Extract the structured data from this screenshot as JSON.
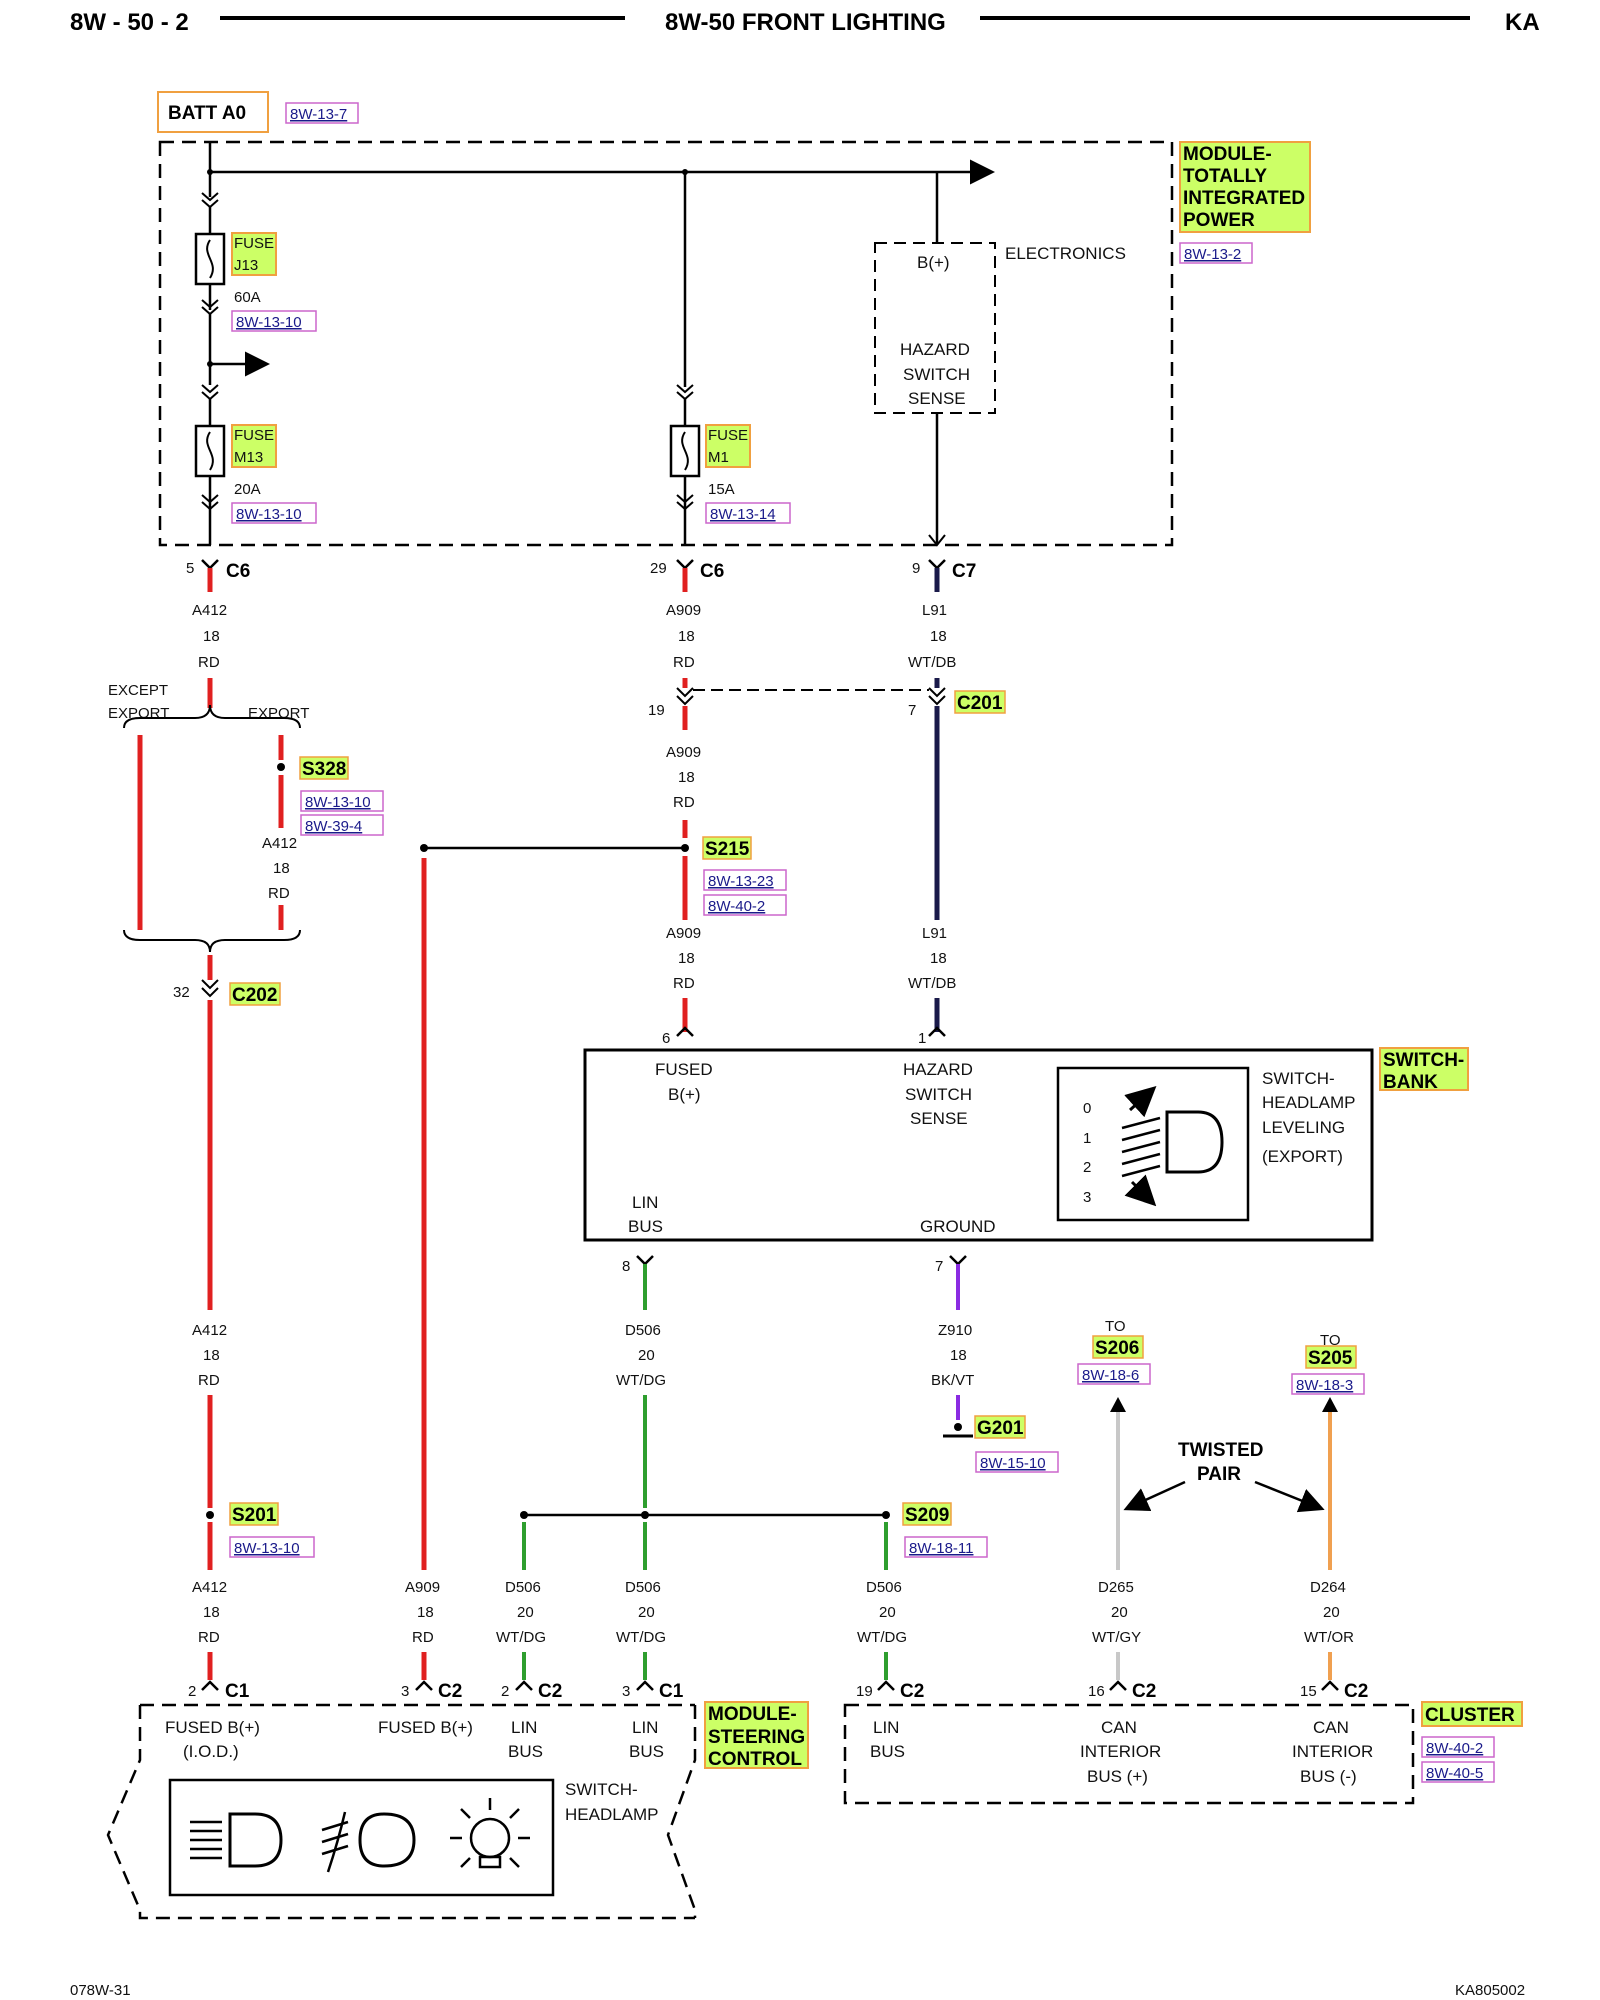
{
  "header": {
    "left": "8W - 50 - 2",
    "center": "8W-50 FRONT LIGHTING",
    "right": "KA"
  },
  "footer": {
    "left": "078W-31",
    "right": "KA805002"
  },
  "batt": {
    "label": "BATT A0",
    "ref": "8W-13-7"
  },
  "tipm": {
    "title": [
      "MODULE-",
      "TOTALLY",
      "INTEGRATED",
      "POWER"
    ],
    "ref": "8W-13-2",
    "electronics": "ELECTRONICS",
    "bplus": "B(+)",
    "hazard_sense": [
      "HAZARD",
      "SWITCH",
      "SENSE"
    ]
  },
  "fuses": [
    {
      "name": "FUSE",
      "id": "J13",
      "amps": "60A",
      "ref": "8W-13-10"
    },
    {
      "name": "FUSE",
      "id": "M13",
      "amps": "20A",
      "ref": "8W-13-10"
    },
    {
      "name": "FUSE",
      "id": "M1",
      "amps": "15A",
      "ref": "8W-13-14"
    }
  ],
  "connectors": {
    "c6_a": {
      "pin": "5",
      "name": "C6"
    },
    "c6_b": {
      "pin": "29",
      "name": "C6"
    },
    "c7": {
      "pin": "9",
      "name": "C7"
    },
    "c201": {
      "pin_a": "19",
      "pin_b": "7",
      "name": "C201"
    },
    "c202": {
      "pin": "32",
      "name": "C202"
    },
    "sb_pin6": "6",
    "sb_pin1": "1",
    "sb_pin8": "8",
    "sb_pin7": "7",
    "scm_c1_a": {
      "pin": "2",
      "name": "C1"
    },
    "scm_c2_a": {
      "pin": "3",
      "name": "C2"
    },
    "scm_c2_b": {
      "pin": "2",
      "name": "C2"
    },
    "scm_c1_b": {
      "pin": "3",
      "name": "C1"
    },
    "cl_c2_a": {
      "pin": "19",
      "name": "C2"
    },
    "cl_c2_b": {
      "pin": "16",
      "name": "C2"
    },
    "cl_c2_c": {
      "pin": "15",
      "name": "C2"
    }
  },
  "wires": {
    "a412": [
      "A412",
      "18",
      "RD"
    ],
    "a909": [
      "A909",
      "18",
      "RD"
    ],
    "l91": [
      "L91",
      "18",
      "WT/DB"
    ],
    "d506": [
      "D506",
      "20",
      "WT/DG"
    ],
    "z910": [
      "Z910",
      "18",
      "BK/VT"
    ],
    "d265": [
      "D265",
      "20",
      "WT/GY"
    ],
    "d264": [
      "D264",
      "20",
      "WT/OR"
    ]
  },
  "branch": {
    "except_export": [
      "EXCEPT",
      "EXPORT"
    ],
    "export": "EXPORT"
  },
  "splices": {
    "s328": {
      "name": "S328",
      "refs": [
        "8W-13-10",
        "8W-39-4"
      ]
    },
    "s215": {
      "name": "S215",
      "refs": [
        "8W-13-23",
        "8W-40-2"
      ]
    },
    "s201": {
      "name": "S201",
      "refs": [
        "8W-13-10"
      ]
    },
    "s209": {
      "name": "S209",
      "refs": [
        "8W-18-11"
      ]
    },
    "g201": {
      "name": "G201",
      "refs": [
        "8W-15-10"
      ]
    },
    "s206": {
      "to": "TO",
      "name": "S206",
      "ref": "8W-18-6"
    },
    "s205": {
      "to": "TO",
      "name": "S205",
      "ref": "8W-18-3"
    }
  },
  "twisted_pair": [
    "TWISTED",
    "PAIR"
  ],
  "switch_bank": {
    "title": [
      "SWITCH-",
      "BANK"
    ],
    "fused": [
      "FUSED",
      "B(+)"
    ],
    "hazard": [
      "HAZARD",
      "SWITCH",
      "SENSE"
    ],
    "lin": [
      "LIN",
      "BUS"
    ],
    "ground": "GROUND",
    "leveling": [
      "SWITCH-",
      "HEADLAMP",
      "LEVELING",
      "(EXPORT)"
    ],
    "positions": [
      "0",
      "1",
      "2",
      "3"
    ]
  },
  "scm": {
    "title": [
      "MODULE-",
      "STEERING",
      "CONTROL"
    ],
    "fused_iod": [
      "FUSED B(+)",
      "(I.O.D.)"
    ],
    "fused": "FUSED B(+)",
    "lin1": [
      "LIN",
      "BUS"
    ],
    "lin2": [
      "LIN",
      "BUS"
    ],
    "headlamp": [
      "SWITCH-",
      "HEADLAMP"
    ]
  },
  "cluster": {
    "title": "CLUSTER",
    "refs": [
      "8W-40-2",
      "8W-40-5"
    ],
    "lin": [
      "LIN",
      "BUS"
    ],
    "can_plus": [
      "CAN",
      "INTERIOR",
      "BUS (+)"
    ],
    "can_minus": [
      "CAN",
      "INTERIOR",
      "BUS (-)"
    ]
  },
  "colors": {
    "red": "#e02020",
    "navy": "#1a1a4a",
    "green": "#2e9e2e",
    "gray": "#c8c8c8",
    "orange": "#f0a050",
    "violet": "#8a2be2",
    "label_bg": "#ccff66",
    "label_border": "#f0a040",
    "ref_border": "#cc66cc"
  }
}
